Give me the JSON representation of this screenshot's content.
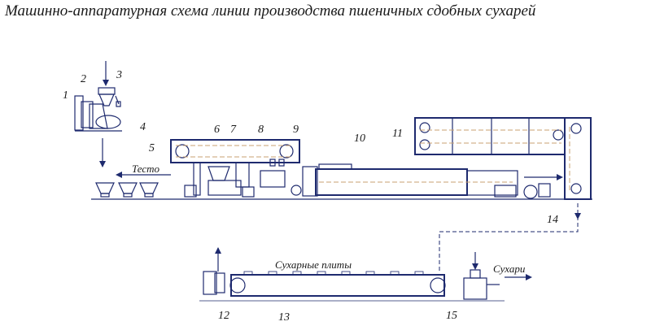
{
  "title": "Машинно-аппаратурная схема линии производства пшеничных сдобных сухарей",
  "labels": {
    "dough": "Тесто",
    "plates": "Сухарные плиты",
    "rusks": "Сухари"
  },
  "numbers": [
    "1",
    "2",
    "3",
    "4",
    "5",
    "6",
    "7",
    "8",
    "9",
    "10",
    "11",
    "12",
    "13",
    "14",
    "15"
  ],
  "colors": {
    "line": "#1e2a6e",
    "conveyor_trace": "#c8a070"
  }
}
